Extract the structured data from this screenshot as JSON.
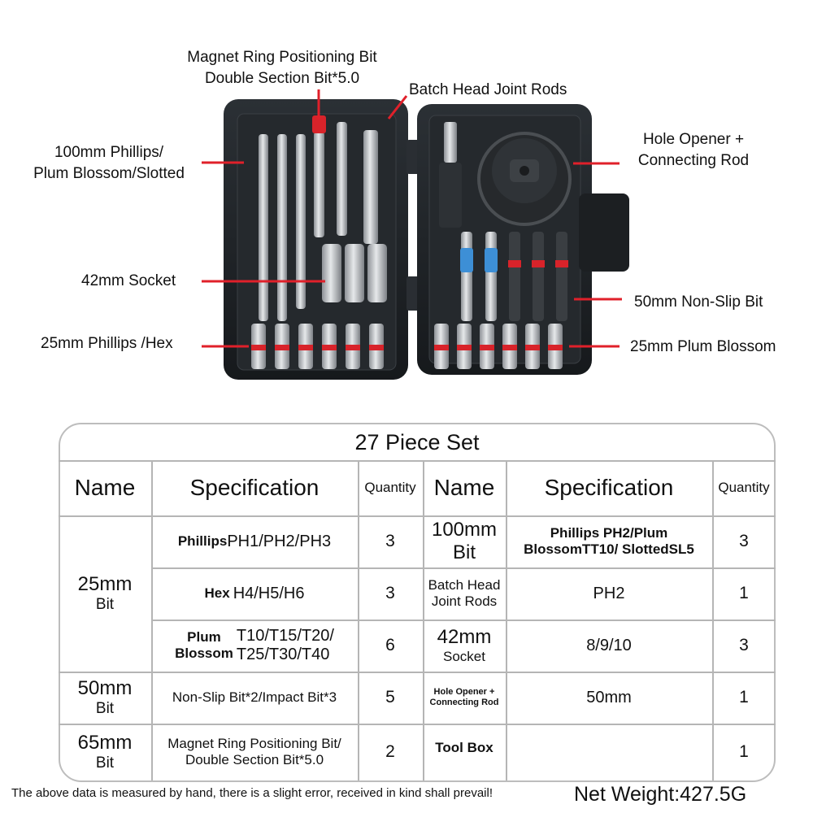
{
  "callouts": {
    "magnet_ring": [
      "Magnet Ring Positioning Bit",
      "Double Section Bit*5.0"
    ],
    "batch_head": "Batch Head Joint Rods",
    "hole_opener": [
      "Hole Opener +",
      "Connecting Rod"
    ],
    "phillips_100": [
      "100mm Phillips/",
      "Plum Blossom/Slotted"
    ],
    "socket_42": "42mm Socket",
    "non_slip_50": "50mm Non-Slip Bit",
    "phillips_25": "25mm Phillips /Hex",
    "plum_25": "25mm Plum Blossom"
  },
  "table": {
    "title": "27 Piece Set",
    "headers": {
      "name": "Name",
      "specification": "Specification",
      "quantity": "Quantity",
      "name2": "Name",
      "specification2": "Specification",
      "quantity2": "Quantity"
    },
    "left": {
      "bit25_name": [
        "25mm",
        "Bit"
      ],
      "phillips_label": "Phillips",
      "phillips_spec": "PH1/PH2/PH3",
      "phillips_qty": "3",
      "hex_label": "Hex",
      "hex_spec": "H4/H5/H6",
      "hex_qty": "3",
      "plum_label": [
        "Plum",
        "Blossom"
      ],
      "plum_spec": [
        "T10/T15/T20/",
        "T25/T30/T40"
      ],
      "plum_qty": "6",
      "bit50_name": [
        "50mm",
        "Bit"
      ],
      "bit50_spec": "Non-Slip Bit*2/Impact Bit*3",
      "bit50_qty": "5",
      "bit65_name": [
        "65mm",
        "Bit"
      ],
      "bit65_spec": [
        "Magnet Ring Positioning Bit/",
        "Double Section Bit*5.0"
      ],
      "bit65_qty": "2"
    },
    "right": {
      "bit100_name": [
        "100mm",
        "Bit"
      ],
      "bit100_spec": [
        "Phillips PH2/Plum",
        "BlossomTT10/ SlottedSL5"
      ],
      "bit100_qty": "3",
      "batch_name": [
        "Batch Head",
        "Joint Rods"
      ],
      "batch_spec": "PH2",
      "batch_qty": "1",
      "socket_name": [
        "42mm",
        "Socket"
      ],
      "socket_spec": "8/9/10",
      "socket_qty": "3",
      "hole_name": [
        "Hole Opener +",
        "Connecting Rod"
      ],
      "hole_spec": "50mm",
      "hole_qty": "1",
      "toolbox_name": "Tool Box",
      "toolbox_spec": "",
      "toolbox_qty": "1"
    }
  },
  "footer": {
    "note": "The above data is measured by hand, there is a slight error, received in kind shall prevail!",
    "net_weight": "Net Weight:427.5G"
  },
  "colors": {
    "case": "#1f2327",
    "pointer": "#e0202a",
    "ring_red": "#d8232a",
    "ring_blue": "#3d8fd6",
    "steel": "#c9ccd0",
    "table_border": "#bdbdbd"
  }
}
